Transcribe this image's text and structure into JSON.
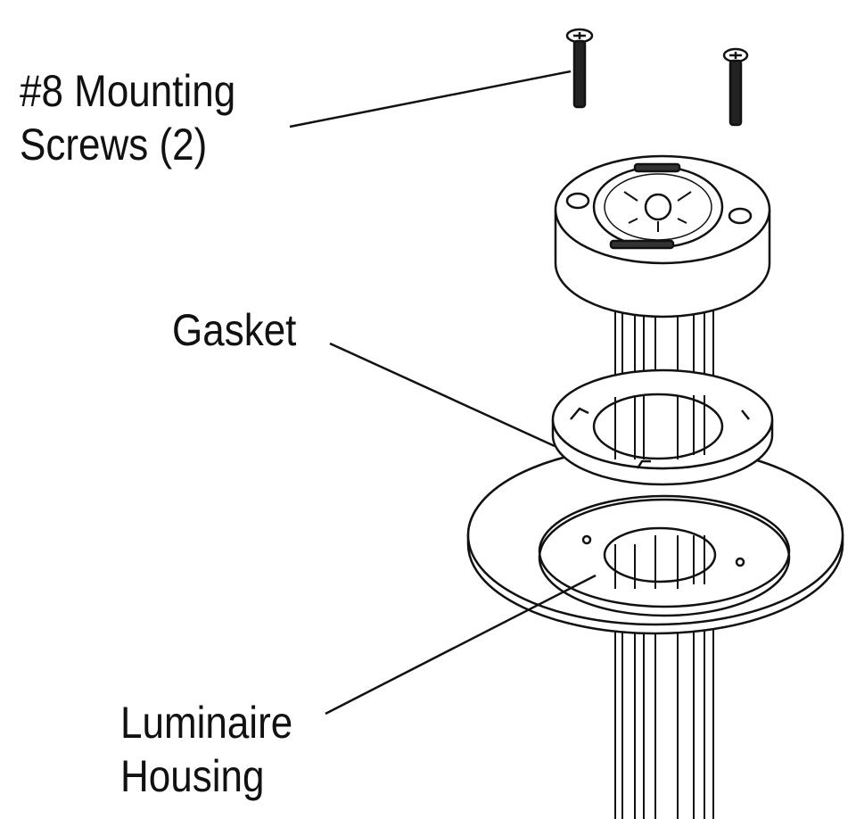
{
  "labels": {
    "screws_line1": "#8 Mounting",
    "screws_line2": "Screws (2)",
    "gasket": "Gasket",
    "housing_line1": "Luminaire",
    "housing_line2": "Housing"
  },
  "colors": {
    "ink": "#111111",
    "background": "#ffffff"
  }
}
